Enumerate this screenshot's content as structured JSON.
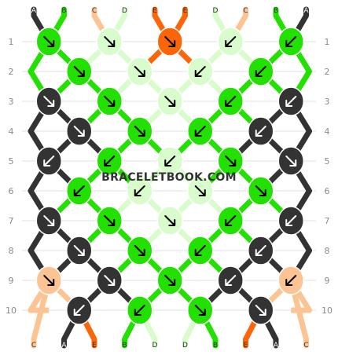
{
  "watermark": "BRACELETBOOK.COM",
  "row_labels": [
    "1",
    "2",
    "3",
    "4",
    "5",
    "6",
    "7",
    "8",
    "9",
    "10"
  ],
  "top_strands": [
    "A",
    "B",
    "C",
    "D",
    "E",
    "E",
    "D",
    "C",
    "B",
    "A"
  ],
  "bottom_strands": [
    "C",
    "A",
    "E",
    "B",
    "D",
    "D",
    "B",
    "E",
    "A",
    "C"
  ],
  "colors": {
    "A": "#333333",
    "B": "#22e000",
    "C": "#fcc493",
    "D": "#d8fccc",
    "E": "#fc6608"
  },
  "knot_rows": [
    [
      {
        "color": "#22e000",
        "arrow": "down-right"
      },
      {
        "color": "#d8fccc",
        "arrow": "down-right"
      },
      {
        "color": "#fc6608",
        "arrow": "down-right"
      },
      {
        "color": "#d8fccc",
        "arrow": "down-left"
      },
      {
        "color": "#22e000",
        "arrow": "down-left"
      }
    ],
    [
      {
        "color": "#22e000",
        "arrow": "down-right"
      },
      {
        "color": "#d8fccc",
        "arrow": "down-right"
      },
      {
        "color": "#d8fccc",
        "arrow": "down-left"
      },
      {
        "color": "#22e000",
        "arrow": "down-left"
      }
    ],
    [
      {
        "color": "#333333",
        "arrow": "down-right"
      },
      {
        "color": "#22e000",
        "arrow": "down-right"
      },
      {
        "color": "#d8fccc",
        "arrow": "down-right"
      },
      {
        "color": "#22e000",
        "arrow": "down-left"
      },
      {
        "color": "#333333",
        "arrow": "down-left"
      }
    ],
    [
      {
        "color": "#333333",
        "arrow": "down-right"
      },
      {
        "color": "#22e000",
        "arrow": "down-right"
      },
      {
        "color": "#22e000",
        "arrow": "down-left"
      },
      {
        "color": "#333333",
        "arrow": "down-left"
      }
    ],
    [
      {
        "color": "#333333",
        "arrow": "down-left"
      },
      {
        "color": "#22e000",
        "arrow": "down-left"
      },
      {
        "color": "#d8fccc",
        "arrow": "down-left"
      },
      {
        "color": "#22e000",
        "arrow": "down-right"
      },
      {
        "color": "#333333",
        "arrow": "down-right"
      }
    ],
    [
      {
        "color": "#22e000",
        "arrow": "down-left"
      },
      {
        "color": "#d8fccc",
        "arrow": "down-left"
      },
      {
        "color": "#d8fccc",
        "arrow": "down-right"
      },
      {
        "color": "#22e000",
        "arrow": "down-right"
      }
    ],
    [
      {
        "color": "#333333",
        "arrow": "down-right"
      },
      {
        "color": "#22e000",
        "arrow": "down-right"
      },
      {
        "color": "#d8fccc",
        "arrow": "down-right"
      },
      {
        "color": "#22e000",
        "arrow": "down-left"
      },
      {
        "color": "#333333",
        "arrow": "down-left"
      }
    ],
    [
      {
        "color": "#333333",
        "arrow": "down-right"
      },
      {
        "color": "#22e000",
        "arrow": "down-right"
      },
      {
        "color": "#22e000",
        "arrow": "down-left"
      },
      {
        "color": "#333333",
        "arrow": "down-left"
      }
    ],
    [
      {
        "color": "#fcc493",
        "arrow": "down-right"
      },
      {
        "color": "#333333",
        "arrow": "down-right"
      },
      {
        "color": "#22e000",
        "arrow": "down-right"
      },
      {
        "color": "#333333",
        "arrow": "down-left"
      },
      {
        "color": "#fcc493",
        "arrow": "down-left"
      }
    ],
    [
      {
        "color": "#333333",
        "arrow": "down-left"
      },
      {
        "color": "#22e000",
        "arrow": "down-left"
      },
      {
        "color": "#22e000",
        "arrow": "down-right"
      },
      {
        "color": "#333333",
        "arrow": "down-right"
      }
    ]
  ],
  "top_strand_colors": [
    "#333333",
    "#22e000",
    "#fcc493",
    "#d8fccc",
    "#fc6608",
    "#fc6608",
    "#d8fccc",
    "#fcc493",
    "#22e000",
    "#333333"
  ],
  "bottom_strand_colors": [
    "#fcc493",
    "#333333",
    "#fc6608",
    "#22e000",
    "#d8fccc",
    "#d8fccc",
    "#22e000",
    "#fc6608",
    "#333333",
    "#fcc493"
  ]
}
